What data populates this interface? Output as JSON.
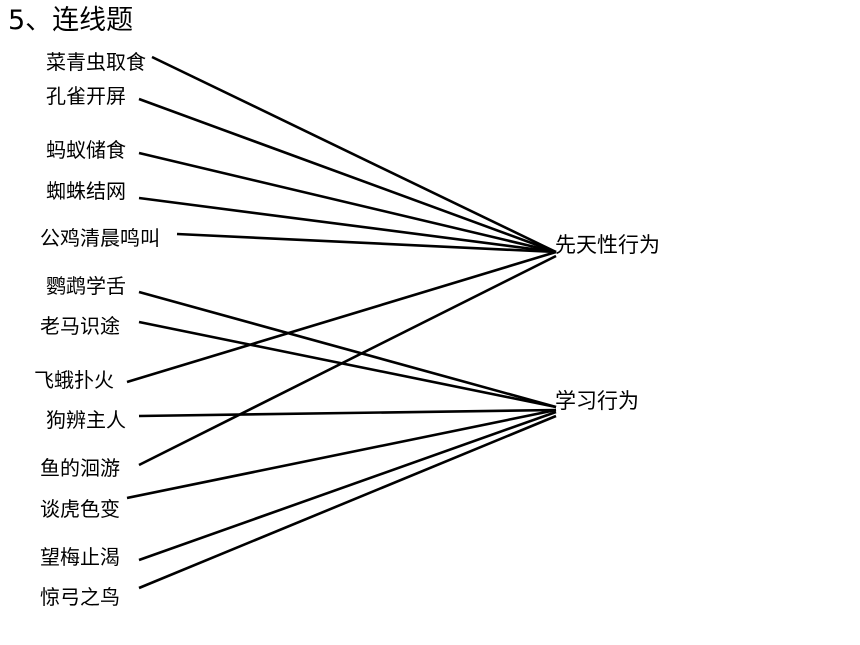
{
  "title": "5、连线题",
  "left_items": [
    {
      "label": "菜青虫取食",
      "answer": 0
    },
    {
      "label": "孔雀开屏",
      "answer": 0
    },
    {
      "label": "蚂蚁储食",
      "answer": 0
    },
    {
      "label": "蜘蛛结网",
      "answer": 0
    },
    {
      "label": "公鸡清晨鸣叫",
      "answer": 0
    },
    {
      "label": "鹦鹉学舌",
      "answer": 1
    },
    {
      "label": "老马识途",
      "answer": 1
    },
    {
      "label": "飞蛾扑火",
      "answer": 0
    },
    {
      "label": "狗辨主人",
      "answer": 1
    },
    {
      "label": "鱼的洄游",
      "answer": 0
    },
    {
      "label": "谈虎色变",
      "answer": 1
    },
    {
      "label": "望梅止渴",
      "answer": 1
    },
    {
      "label": "惊弓之鸟",
      "answer": 1
    }
  ],
  "right_items": [
    {
      "label": "先天性行为"
    },
    {
      "label": "学习行为"
    }
  ],
  "colors": {
    "text": "#000000",
    "line": "#000000",
    "background": "#ffffff"
  }
}
